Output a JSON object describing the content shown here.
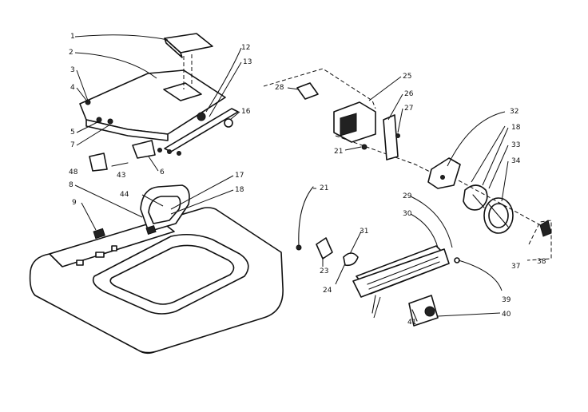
{
  "labels": [
    "1",
    "2",
    "3",
    "4",
    "5",
    "7",
    "6",
    "48",
    "43",
    "8",
    "44",
    "9",
    "12",
    "13",
    "16",
    "17",
    "18",
    "28",
    "25",
    "26",
    "27",
    "21",
    "32",
    "18",
    "33",
    "34",
    "21",
    "29",
    "30",
    "31",
    "23",
    "24",
    "37",
    "38",
    "39",
    "40",
    "41"
  ]
}
